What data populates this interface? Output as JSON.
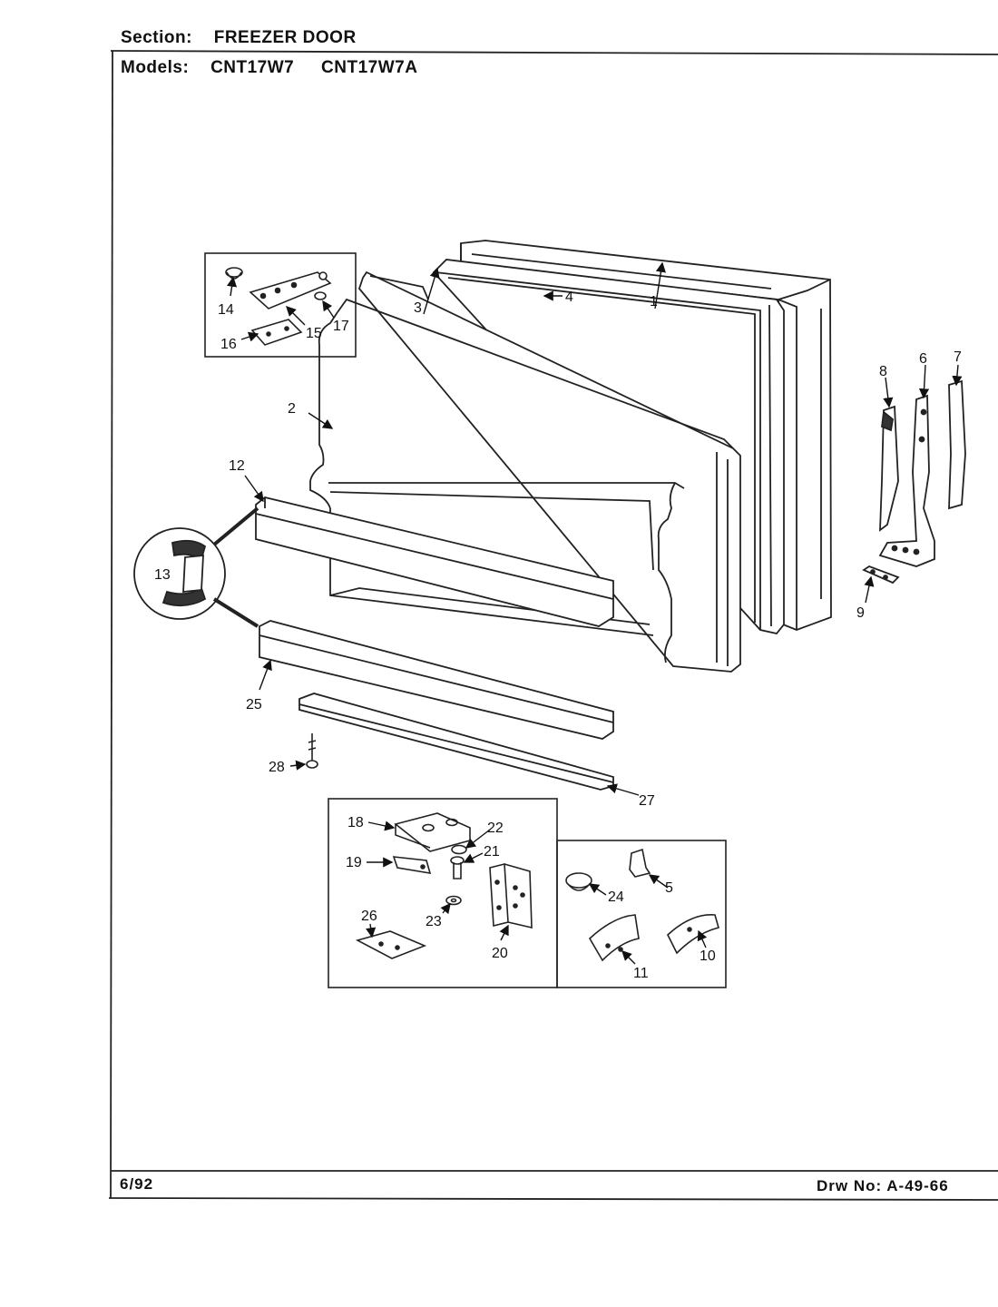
{
  "header": {
    "section_label": "Section:",
    "section_value": "FREEZER DOOR",
    "models_label": "Models:",
    "models": [
      "CNT17W7",
      "CNT17W7A"
    ]
  },
  "footer": {
    "date": "6/92",
    "drawing_number": "Drw No: A-49-66"
  },
  "callouts": {
    "c1": "1",
    "c2": "2",
    "c3": "3",
    "c4": "4",
    "c5": "5",
    "c6": "6",
    "c7": "7",
    "c8": "8",
    "c9": "9",
    "c10": "10",
    "c11": "11",
    "c12": "12",
    "c13": "13",
    "c14": "14",
    "c15": "15",
    "c16": "16",
    "c17": "17",
    "c18": "18",
    "c19": "19",
    "c20": "20",
    "c21": "21",
    "c22": "22",
    "c23": "23",
    "c24": "24",
    "c25": "25",
    "c26": "26",
    "c27": "27",
    "c28": "28"
  }
}
